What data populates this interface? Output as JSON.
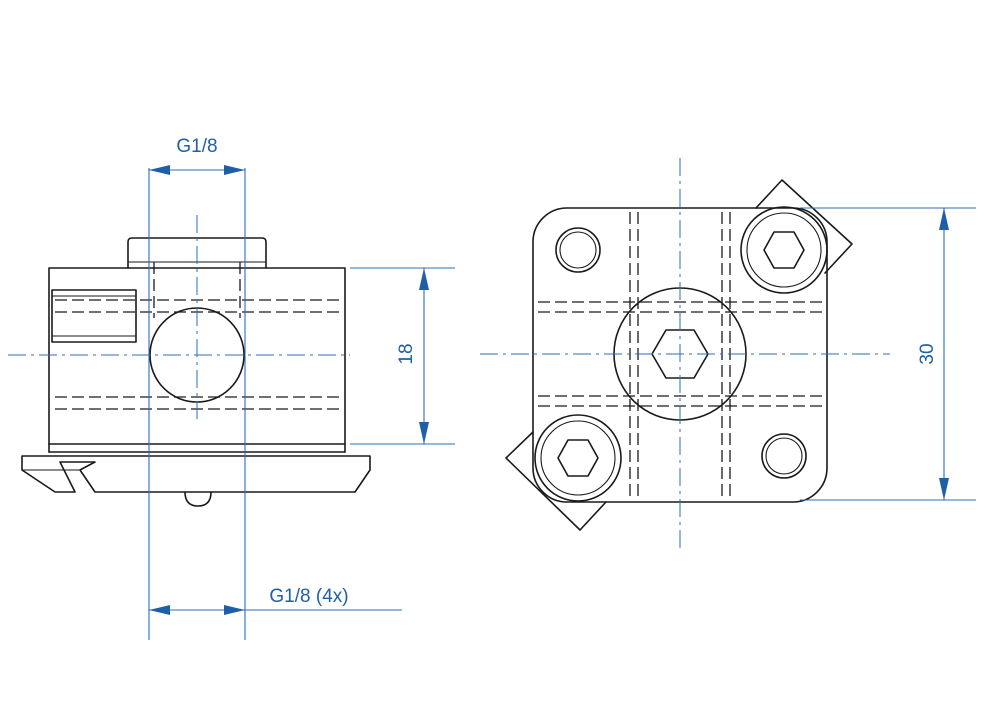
{
  "dimensions": {
    "top_thread": "G1/8",
    "bottom_thread": "G1/8 (4x)",
    "height_front": "18",
    "height_side": "30"
  },
  "colors": {
    "dimension": "#1f5fa8",
    "outline": "#1a1a1a"
  }
}
